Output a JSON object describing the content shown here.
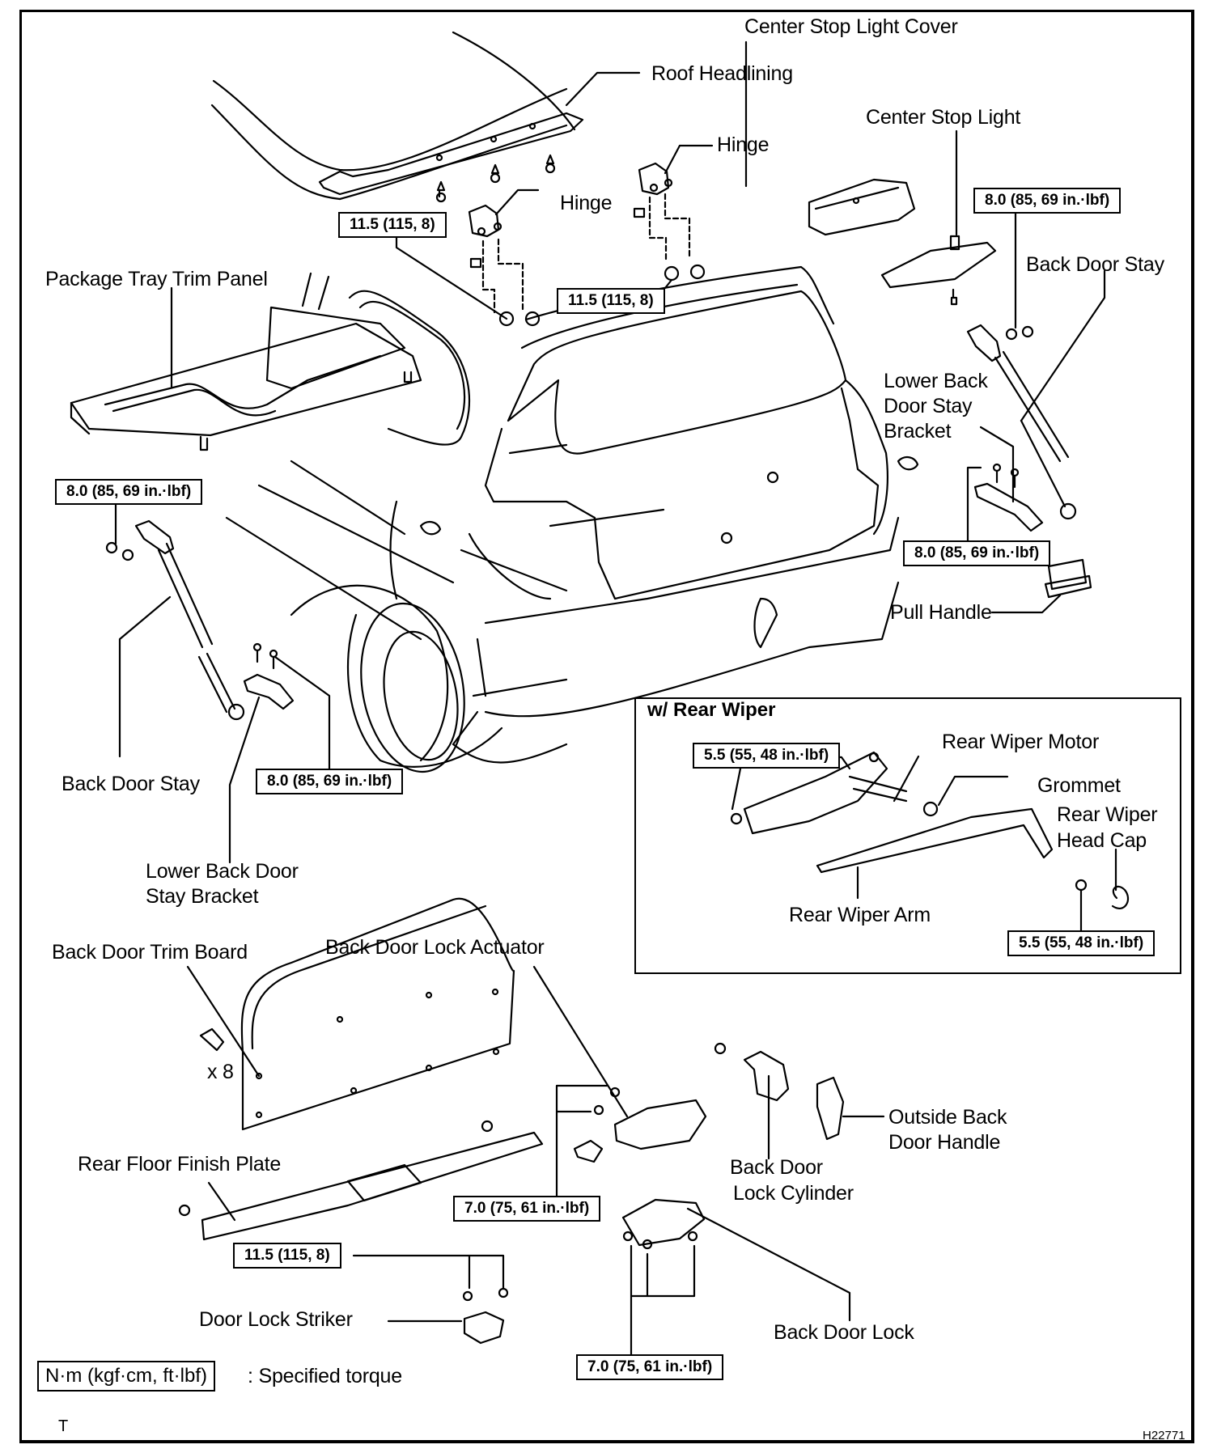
{
  "figure_code": "H22771",
  "corner_mark": "T",
  "inset": {
    "title": "w/ Rear Wiper"
  },
  "legend": {
    "box_text": "N·m (kgf·cm, ft·lbf)",
    "description": ": Specified torque"
  },
  "labels": {
    "center_stop_light_cover": "Center Stop Light Cover",
    "roof_headlining": "Roof Headlining",
    "center_stop_light": "Center Stop Light",
    "hinge_right": "Hinge",
    "hinge_left": "Hinge",
    "package_tray_trim_panel": "Package Tray Trim Panel",
    "back_door_stay_right": "Back Door Stay",
    "lower_back_door_stay_bracket_right_1": "Lower Back",
    "lower_back_door_stay_bracket_right_2": "Door Stay",
    "lower_back_door_stay_bracket_right_3": "Bracket",
    "pull_handle": "Pull Handle",
    "back_door_stay_left": "Back Door Stay",
    "lower_back_door_stay_bracket_left_1": "Lower Back Door",
    "lower_back_door_stay_bracket_left_2": "Stay Bracket",
    "rear_wiper_motor": "Rear Wiper Motor",
    "grommet": "Grommet",
    "rear_wiper_head_cap_1": "Rear Wiper",
    "rear_wiper_head_cap_2": "Head Cap",
    "rear_wiper_arm": "Rear Wiper Arm",
    "back_door_trim_board": "Back Door Trim Board",
    "back_door_lock_actuator": "Back Door Lock Actuator",
    "clip_count": "x 8",
    "outside_back_door_handle_1": "Outside Back",
    "outside_back_door_handle_2": "Door Handle",
    "back_door_lock_cylinder_1": "Back Door",
    "back_door_lock_cylinder_2": "Lock Cylinder",
    "rear_floor_finish_plate": "Rear Floor Finish Plate",
    "door_lock_striker": "Door Lock Striker",
    "back_door_lock": "Back Door Lock"
  },
  "torques": {
    "hinge_left": "11.5 (115, 8)",
    "hinge_right": "11.5 (115, 8)",
    "stay_upper_right": "8.0 (85, 69 in.·lbf)",
    "stay_upper_left": "8.0 (85, 69 in.·lbf)",
    "bracket_right": "8.0 (85, 69 in.·lbf)",
    "bracket_left": "8.0 (85, 69 in.·lbf)",
    "wiper_motor": "5.5 (55, 48 in.·lbf)",
    "wiper_arm_nut": "5.5 (55, 48 in.·lbf)",
    "lock_actuator": "7.0 (75, 61 in.·lbf)",
    "striker": "11.5 (115, 8)",
    "back_door_lock": "7.0 (75, 61 in.·lbf)"
  }
}
